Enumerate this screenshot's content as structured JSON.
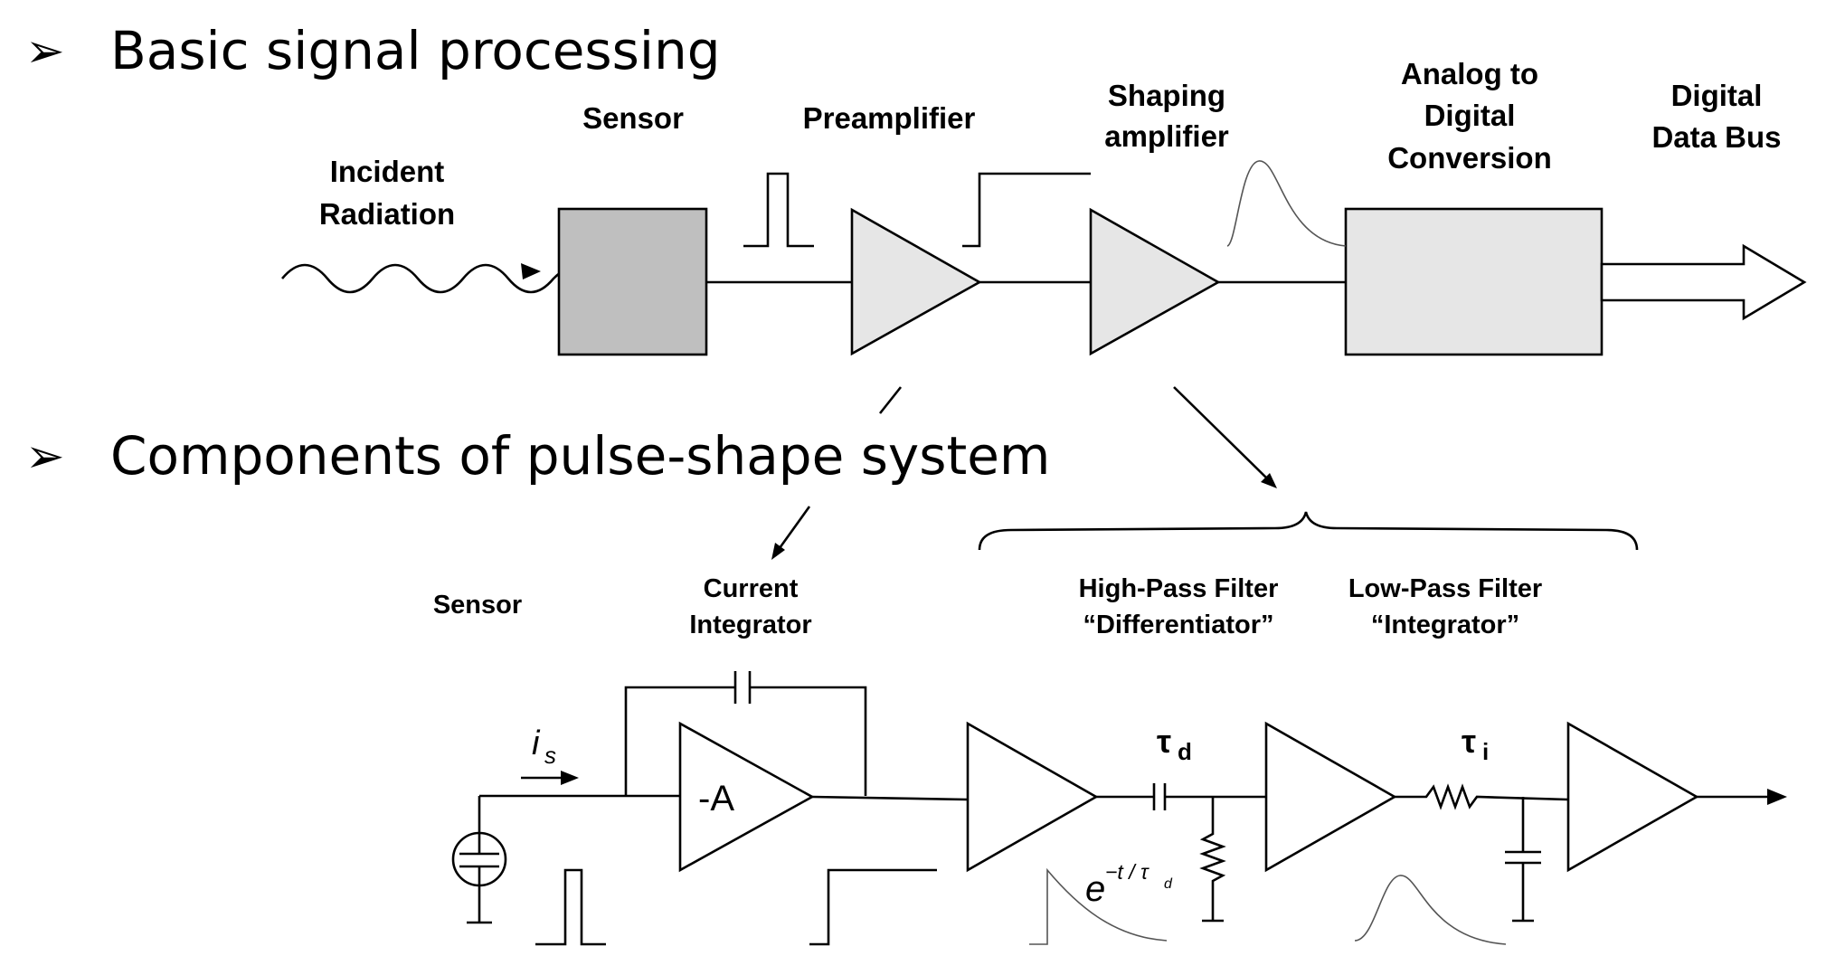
{
  "bullets": {
    "marker": "➢",
    "basic": "Basic signal processing",
    "components": "Components of pulse-shape system"
  },
  "top": {
    "incident_line1": "Incident",
    "incident_line2": "Radiation",
    "sensor": "Sensor",
    "preamplifier": "Preamplifier",
    "shaping_line1": "Shaping",
    "shaping_line2": "amplifier",
    "adc_line1": "Analog to",
    "adc_line2": "Digital",
    "adc_line3": "Conversion",
    "bus_line1": "Digital",
    "bus_line2": "Data Bus"
  },
  "bottom": {
    "sensor": "Sensor",
    "integrator_line1": "Current",
    "integrator_line2": "Integrator",
    "hp_line1": "High-Pass Filter",
    "hp_line2": "“Differentiator”",
    "lp_line1": "Low-Pass Filter",
    "lp_line2": "“Integrator”",
    "amp_gain": "-A",
    "current_symbol": "i",
    "current_sub": "s",
    "tau_symbol": "τ",
    "tau_d_sub": "d",
    "tau_i_sub": "i",
    "exp_base": "e",
    "exp_power": "−t / τ",
    "exp_power_sub": "d"
  },
  "colors": {
    "sensor_fill": "#bfbfbf",
    "block_fill": "#e6e6e6",
    "line": "#000000",
    "pulse_gray": "#555555"
  }
}
